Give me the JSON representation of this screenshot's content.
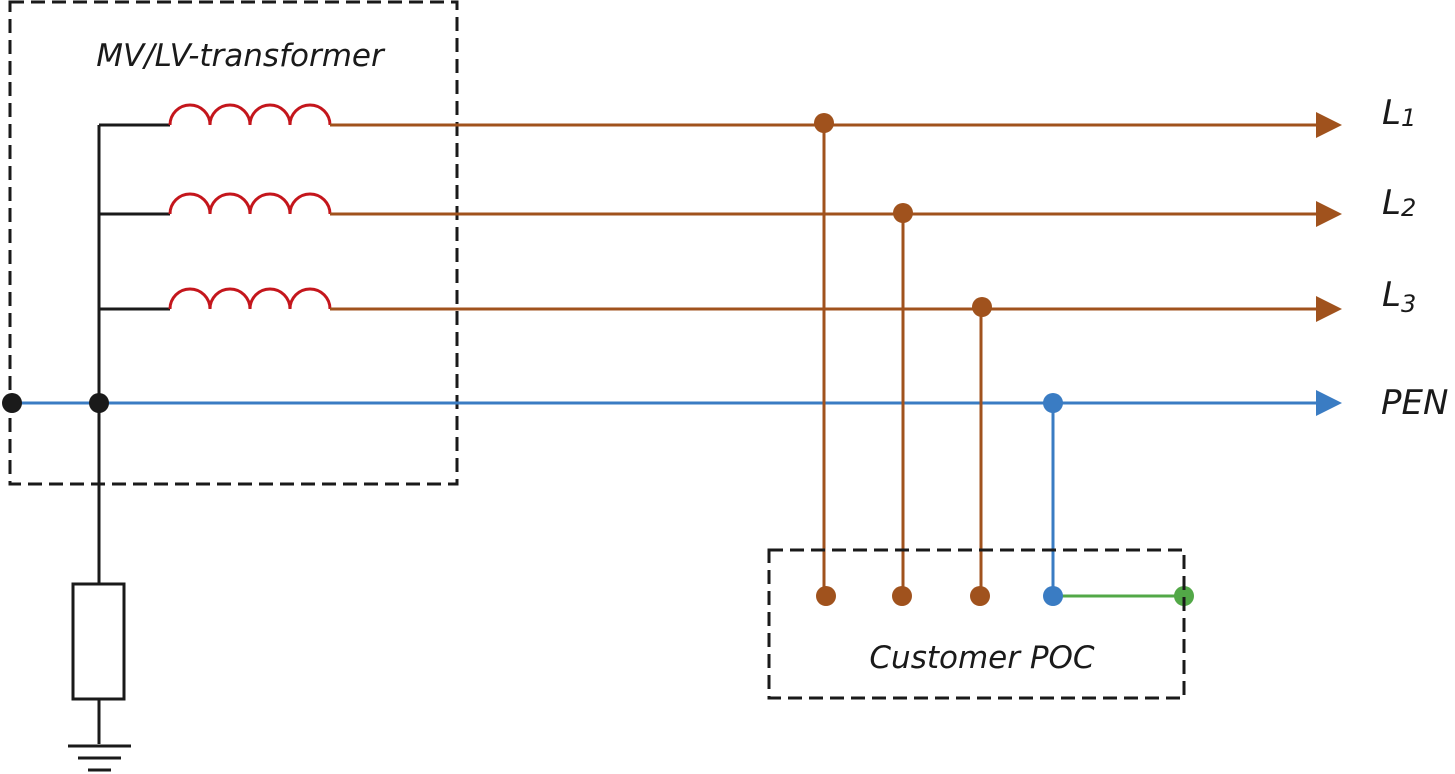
{
  "labels": {
    "transformer": "MV/LV-transformer",
    "customer": "Customer POC",
    "l1_base": "L",
    "l1_sub": "1",
    "l2_base": "L",
    "l2_sub": "2",
    "l3_base": "L",
    "l3_sub": "3",
    "pen": "PEN"
  },
  "colors": {
    "phase_conductor": "#a0521d",
    "pen_conductor": "#3a7cc3",
    "protective_earth": "#52a847",
    "transformer_winding": "#c4161c",
    "wiring": "#1a1a1a"
  },
  "icons": [
    "transformer-winding-icon",
    "earth-resistor-icon",
    "ground-symbol-icon",
    "arrow-right-icon",
    "junction-dot-icon"
  ]
}
